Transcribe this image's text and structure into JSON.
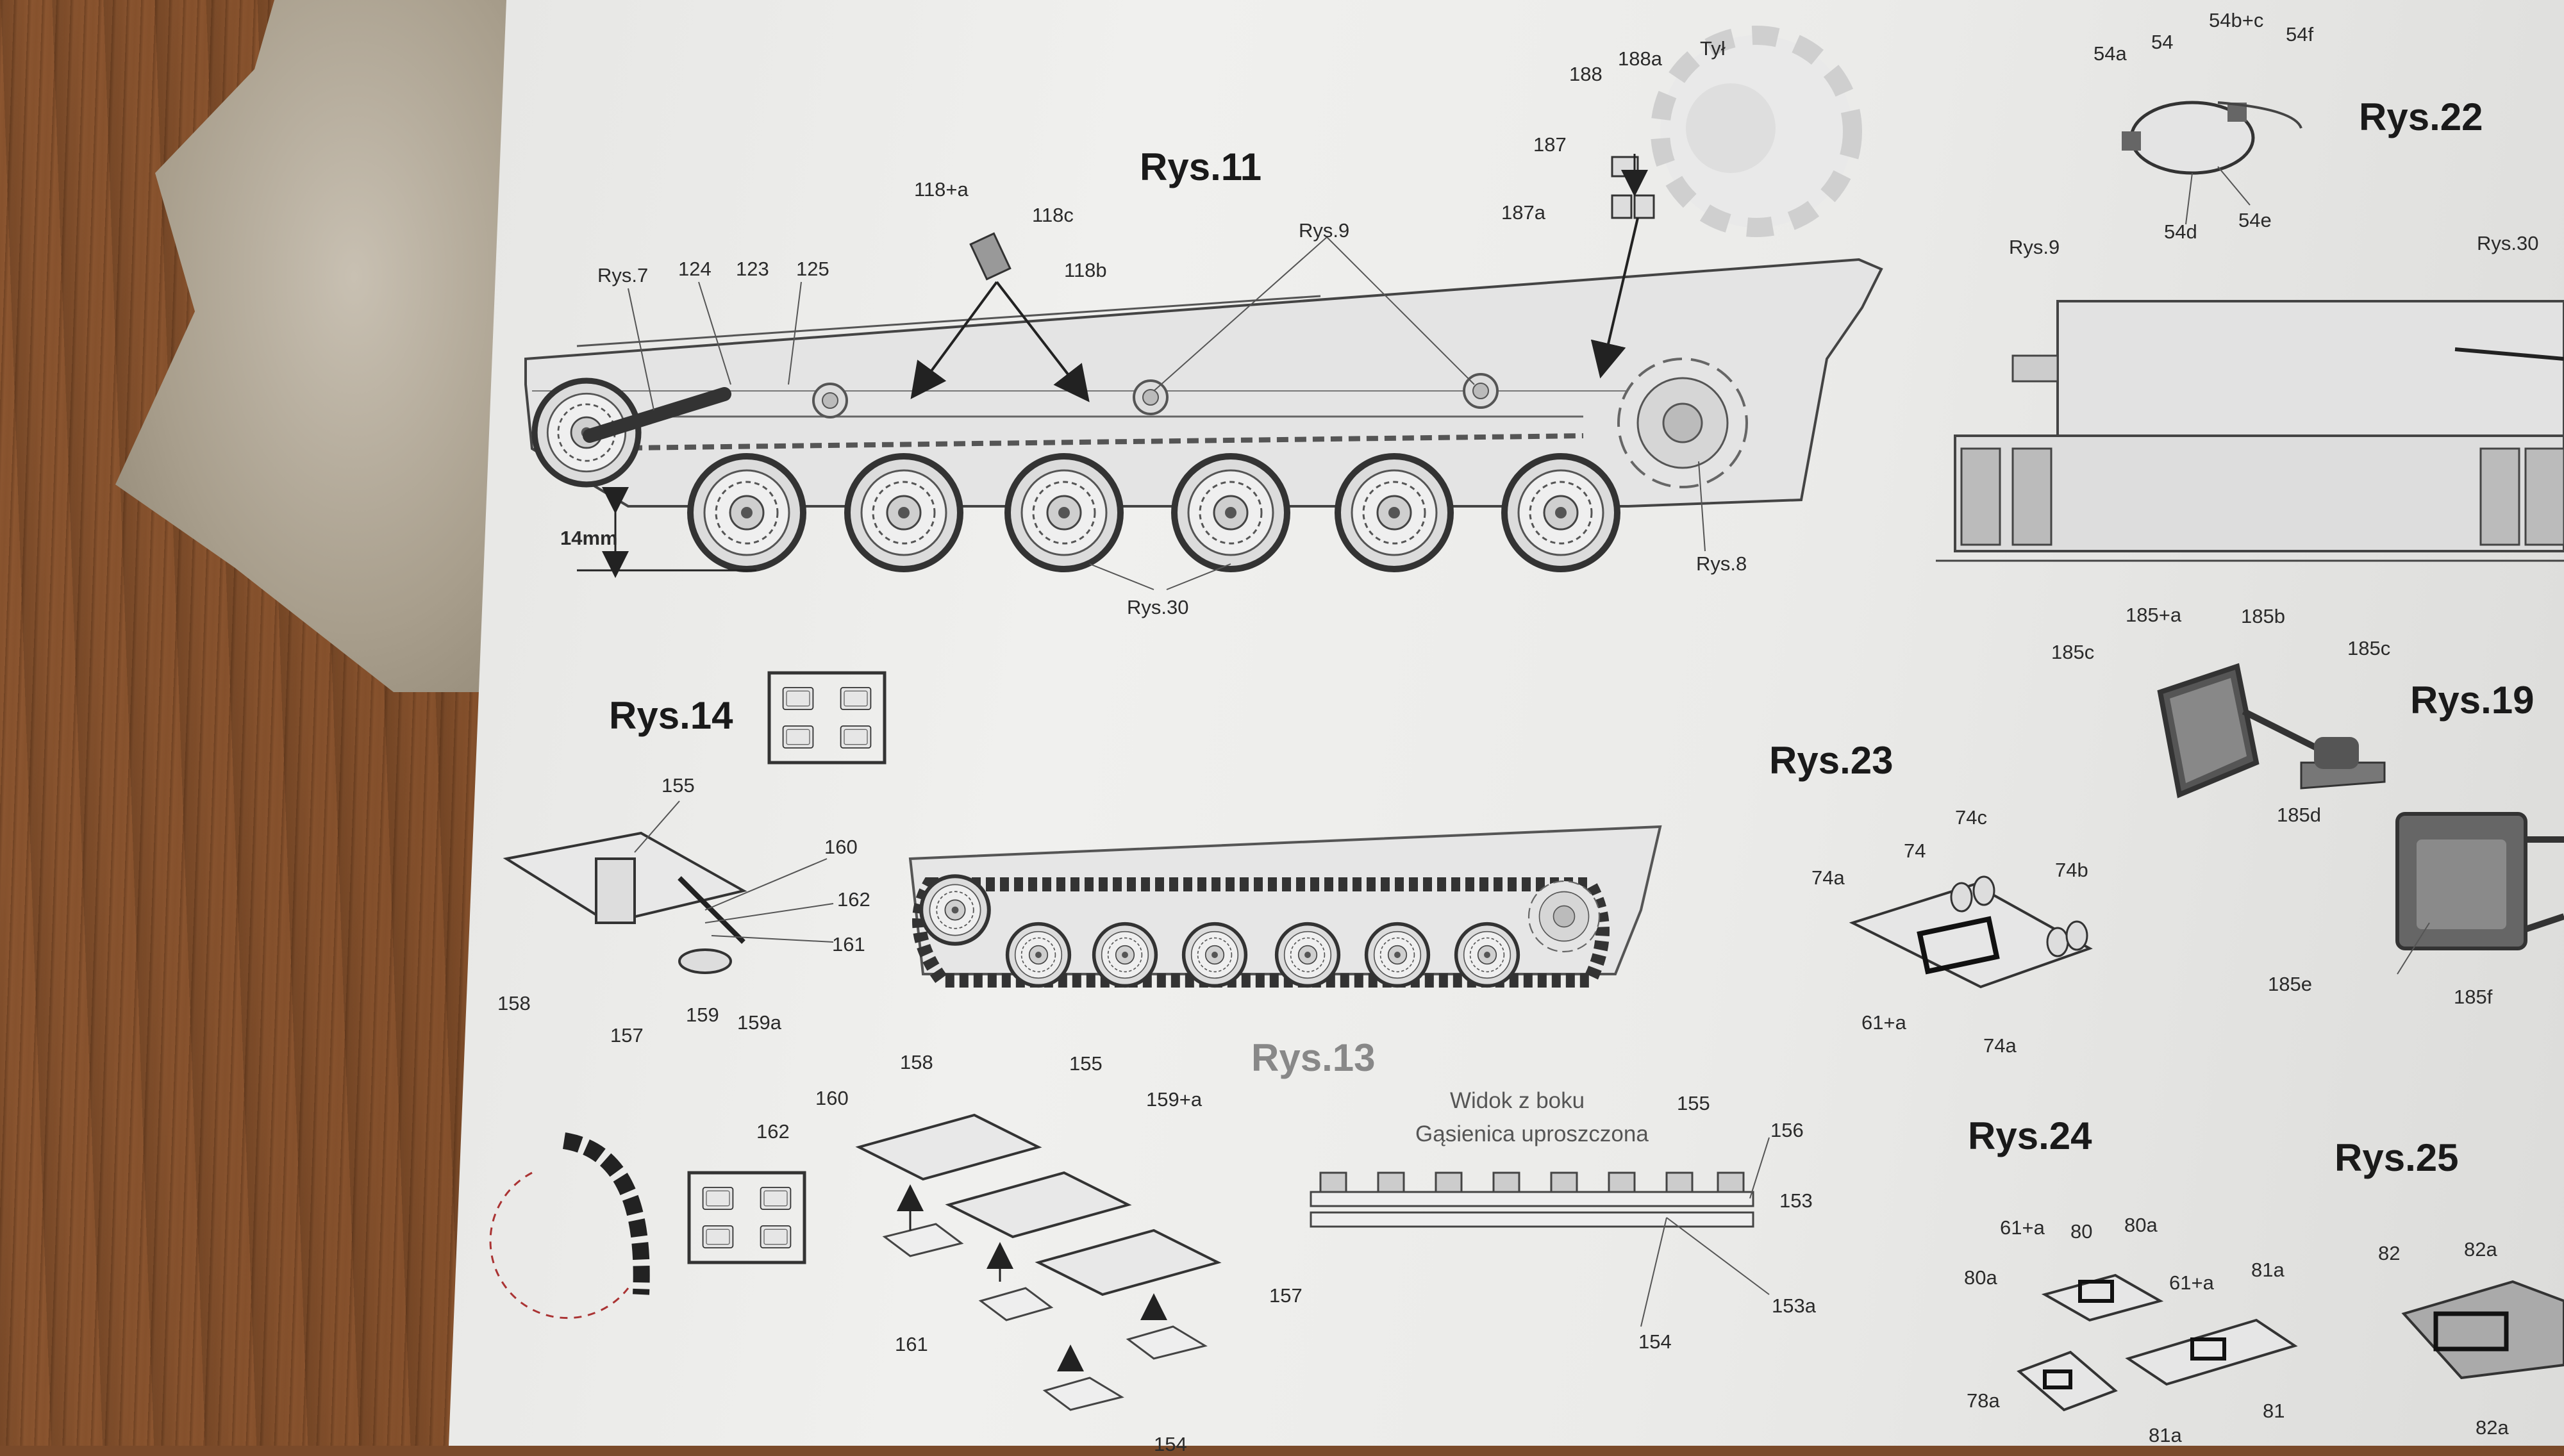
{
  "titles": {
    "rys11": "Rys.11",
    "rys14": "Rys.14",
    "rys13": "Rys.13",
    "rys22": "Rys.22",
    "rys19": "Rys.19",
    "rys23": "Rys.23",
    "rys24": "Rys.24",
    "rys25": "Rys.25"
  },
  "rys11_labels": {
    "tyl": "Tył",
    "p188": "188",
    "p188a": "188a",
    "p187": "187",
    "p187a": "187a",
    "p118a": "118+a",
    "p118c": "118c",
    "p118b": "118b",
    "rys9": "Rys.9",
    "rys7": "Rys.7",
    "p124": "124",
    "p123": "123",
    "p125": "125",
    "dim14": "14mm",
    "rys30": "Rys.30",
    "rys8": "Rys.8"
  },
  "rys22_labels": {
    "p54a": "54a",
    "p54": "54",
    "p54bc": "54b+c",
    "p54f": "54f",
    "p54d": "54d",
    "p54e": "54e",
    "rys9": "Rys.9",
    "rys30": "Rys.30"
  },
  "rys19_labels": {
    "p185a": "185+a",
    "p185b": "185b",
    "p185c_left": "185c",
    "p185c_right": "185c",
    "p185d": "185d",
    "p185e": "185e",
    "p185f": "185f"
  },
  "rys14_labels": {
    "p155": "155",
    "p160": "160",
    "p162": "162",
    "p161": "161",
    "p158": "158",
    "p157": "157",
    "p159": "159",
    "p159a": "159a"
  },
  "rys23_labels": {
    "p74c": "74c",
    "p74": "74",
    "p74b": "74b",
    "p74a_top": "74a",
    "p61a": "61+a",
    "p74a_bottom": "74a"
  },
  "rys13_labels": {
    "p158": "158",
    "p155": "155",
    "p160": "160",
    "p159a": "159+a",
    "p162": "162",
    "p157": "157",
    "p161": "161",
    "p154": "154"
  },
  "side_view": {
    "line1": "Widok z boku",
    "line2": "Gąsienica uproszczona",
    "p155": "155",
    "p156": "156",
    "p153": "153",
    "p153a": "153a",
    "p154": "154"
  },
  "rys24_labels": {
    "p61a_left": "61+a",
    "p80": "80",
    "p80a_top": "80a",
    "p80a_left": "80a",
    "p61a_right": "61+a",
    "p81a_top": "81a",
    "p78a": "78a",
    "p81a_bottom": "81a",
    "p81": "81"
  },
  "rys25_labels": {
    "p82": "82",
    "p82a_top": "82a",
    "p82a_bottom": "82a"
  },
  "colors": {
    "ink": "#2a2a2a",
    "paper": "#ececea",
    "wood": "#7c4a27"
  }
}
